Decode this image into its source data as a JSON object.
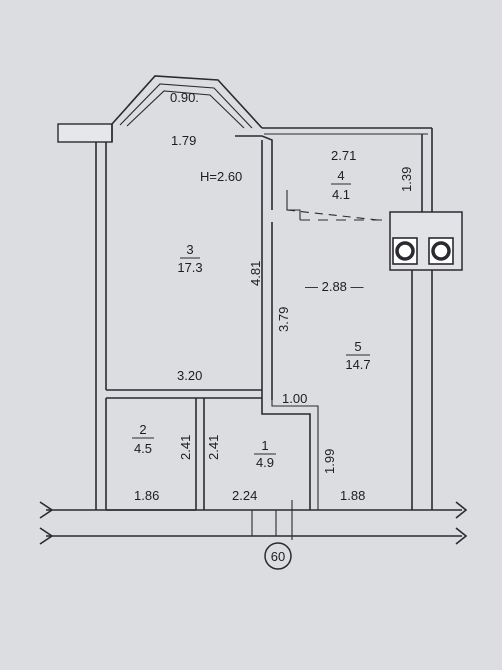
{
  "plan": {
    "height_label": "H=2.60",
    "bay_dimension": "0.90.",
    "balcony_marker": "60",
    "dimensions": {
      "room3_top": "1.79",
      "room3_depth": "4.81",
      "room3_bottom": "3.20",
      "room4_width": "2.71",
      "room4_depth": "1.39",
      "room5_width": "— 2.88 —",
      "room5_depth": "3.79",
      "step_width": "1.00",
      "room5_lower_depth": "1.99",
      "room2_depth": "2.41",
      "room1_depth": "2.41",
      "bottom_left": "1.86",
      "bottom_mid": "2.24",
      "bottom_right": "1.88"
    },
    "rooms": [
      {
        "id": "room-3",
        "number": "3",
        "area": "17.3"
      },
      {
        "id": "room-4",
        "number": "4",
        "area": "4.1"
      },
      {
        "id": "room-5",
        "number": "5",
        "area": "14.7"
      },
      {
        "id": "room-2",
        "number": "2",
        "area": "4.5"
      },
      {
        "id": "room-1",
        "number": "1",
        "area": "4.9"
      }
    ]
  }
}
